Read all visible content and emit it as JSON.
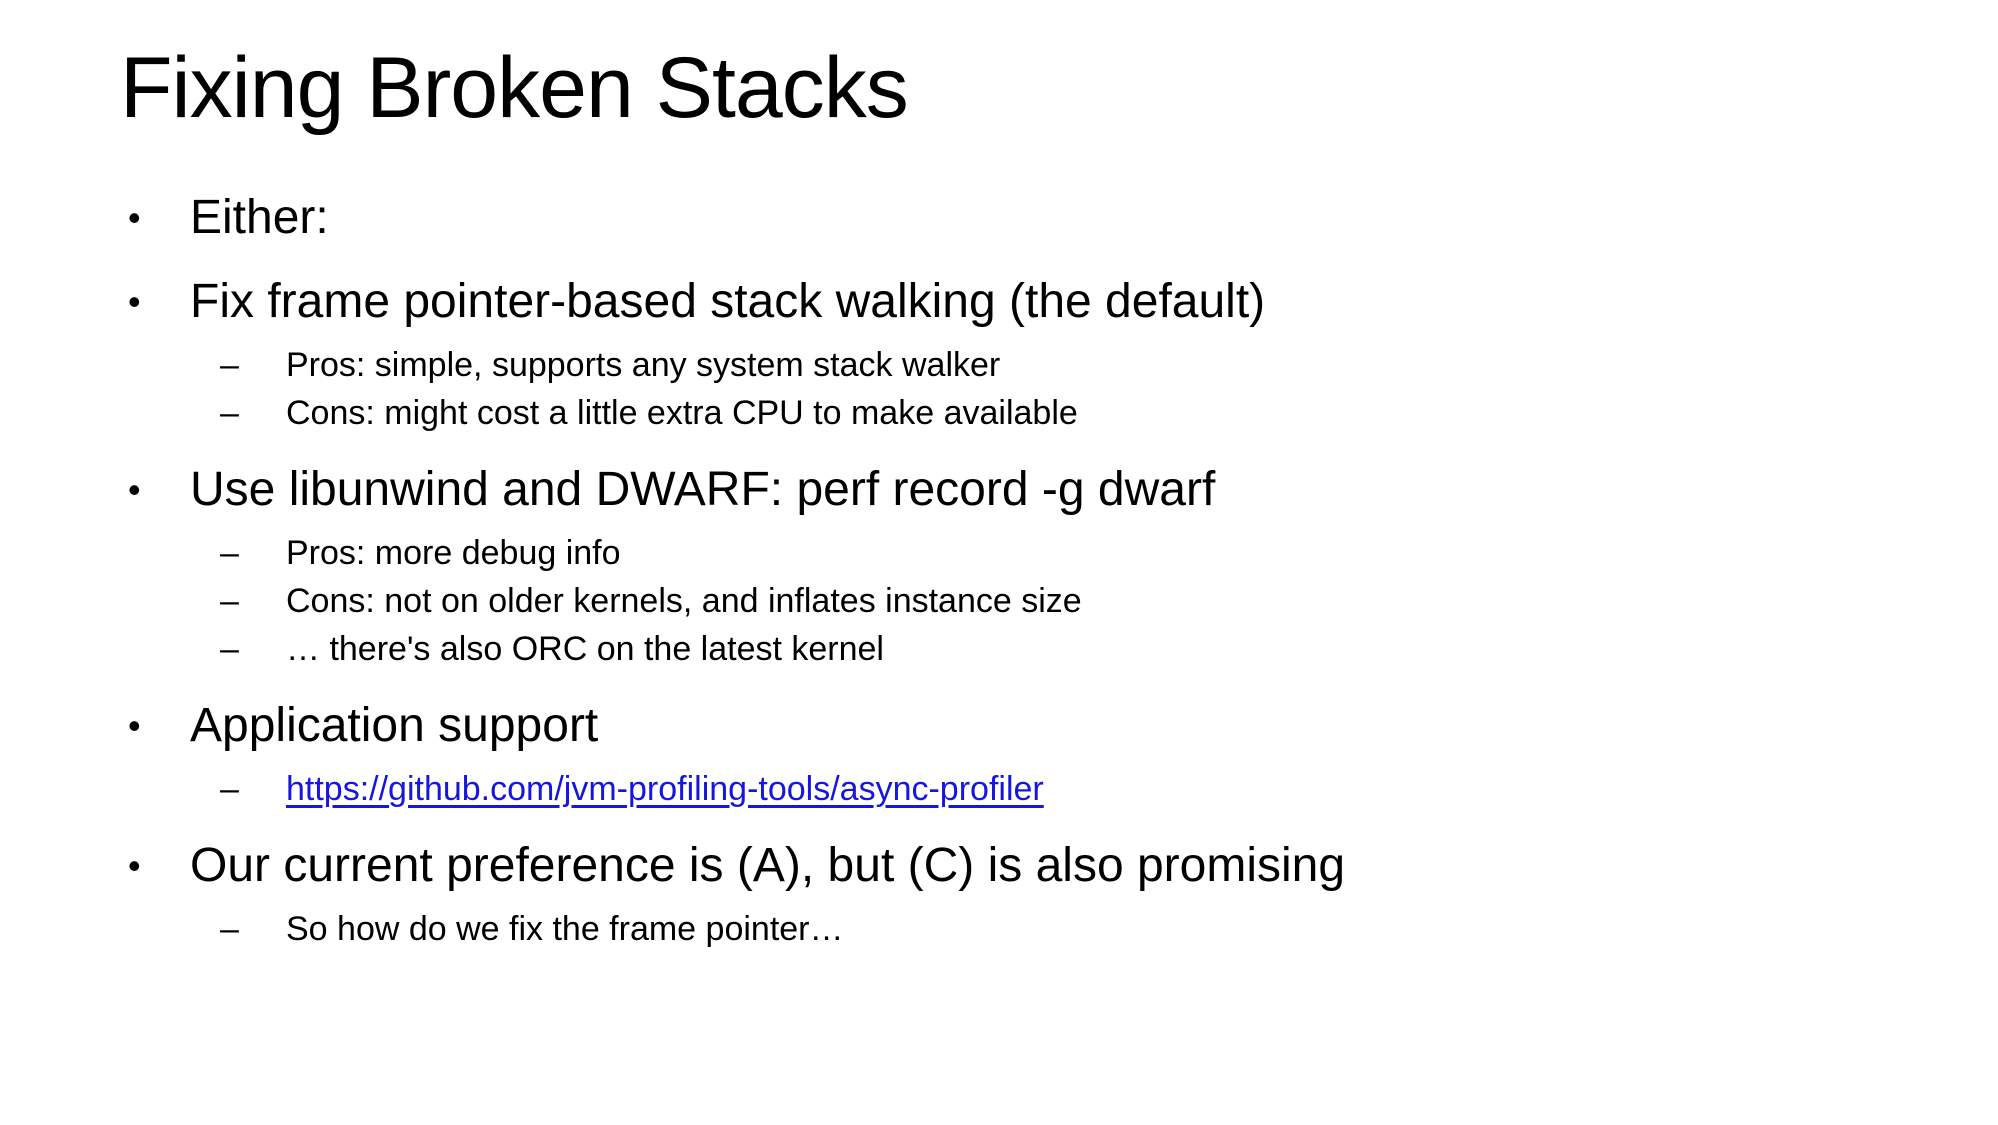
{
  "slide": {
    "title": "Fixing Broken Stacks",
    "marker_level1": "•",
    "marker_level2": "–",
    "link_color": "#1616E0",
    "text_color": "#000000",
    "background_color": "#ffffff",
    "bullets": [
      {
        "level": 1,
        "text": "Either:"
      },
      {
        "level": 1,
        "text": "Fix frame pointer-based stack walking (the default)"
      },
      {
        "level": 2,
        "text": "Pros: simple, supports any system stack walker"
      },
      {
        "level": 2,
        "text": "Cons: might cost a little extra CPU to make available"
      },
      {
        "level": 1,
        "text": "Use libunwind and DWARF: perf record -g dwarf"
      },
      {
        "level": 2,
        "text": "Pros: more debug info"
      },
      {
        "level": 2,
        "text": "Cons: not on older kernels, and inflates instance size"
      },
      {
        "level": 2,
        "text": "… there's also ORC on the latest kernel"
      },
      {
        "level": 1,
        "text": "Application support"
      },
      {
        "level": 2,
        "text": "https://github.com/jvm-profiling-tools/async-profiler",
        "is_link": true
      },
      {
        "level": 1,
        "text": "Our current preference is (A), but (C) is also promising"
      },
      {
        "level": 2,
        "text": "So how do we fix the frame pointer…"
      }
    ]
  }
}
